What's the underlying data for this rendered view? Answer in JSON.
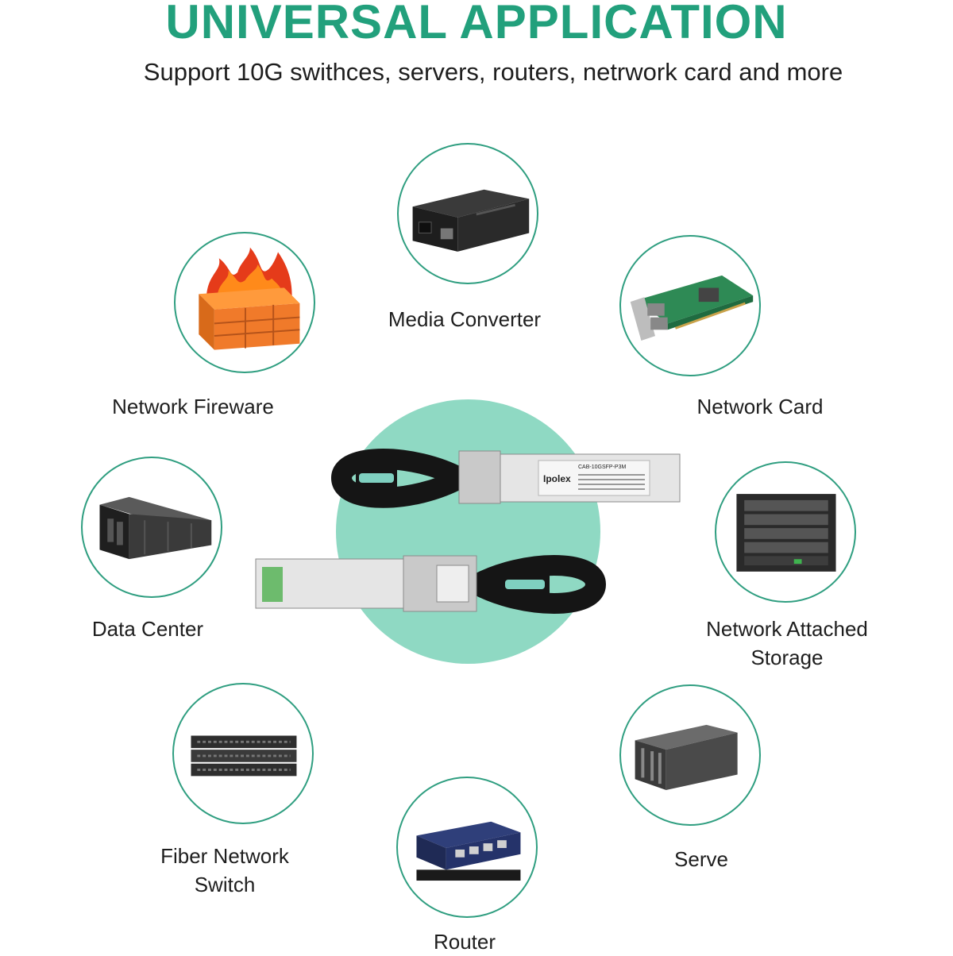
{
  "header": {
    "title": "UNIVERSAL APPLICATION",
    "subtitle": "Support 10G swithces, servers, routers, netrwork card and more"
  },
  "applications": [
    {
      "label": "Media Converter",
      "icon": "media-converter-icon"
    },
    {
      "label": "Network Card",
      "icon": "network-card-icon"
    },
    {
      "label": "Network Attached Storage",
      "icon": "nas-icon"
    },
    {
      "label": "Serve",
      "icon": "server-rack-icon"
    },
    {
      "label": "Router",
      "icon": "router-icon"
    },
    {
      "label": "Fiber Network Switch",
      "icon": "fiber-switch-icon"
    },
    {
      "label": "Data Center",
      "icon": "data-center-icon"
    },
    {
      "label": "Network Fireware",
      "icon": "firewall-icon"
    }
  ],
  "center": {
    "icon": "dac-cable-icon",
    "module_brand": "Ipolex",
    "module_model": "CAB-10GSFP-P3M"
  },
  "colors": {
    "accent": "#22a07c",
    "circle_border": "#2f9e80",
    "hub_fill": "#8fd9c3",
    "text": "#1e1e1e"
  }
}
